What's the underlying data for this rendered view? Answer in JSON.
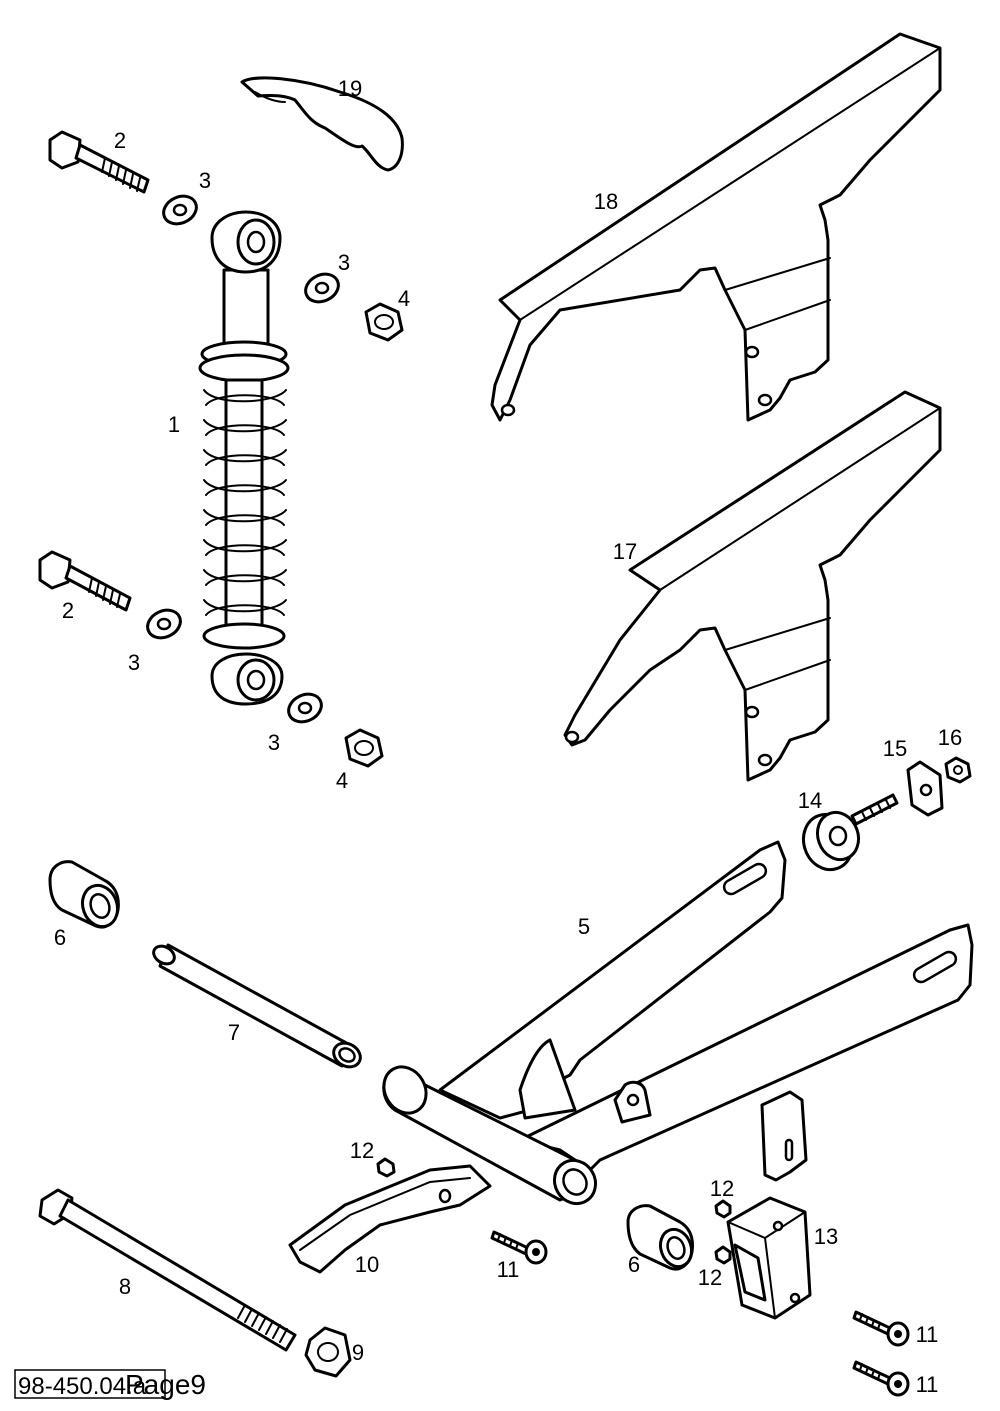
{
  "labels": {
    "l1": "1",
    "l2a": "2",
    "l2b": "2",
    "l3a": "3",
    "l3b": "3",
    "l3c": "3",
    "l3d": "3",
    "l4a": "4",
    "l4b": "4",
    "l5": "5",
    "l6a": "6",
    "l6b": "6",
    "l7": "7",
    "l8": "8",
    "l9": "9",
    "l10": "10",
    "l11a": "11",
    "l11b": "11",
    "l11c": "11",
    "l12a": "12",
    "l12b": "12",
    "l12c": "12",
    "l13": "13",
    "l14": "14",
    "l15": "15",
    "l16": "16",
    "l17": "17",
    "l18": "18",
    "l19": "19"
  },
  "footer": {
    "code": "98-450.04.a",
    "page": "Page9"
  }
}
